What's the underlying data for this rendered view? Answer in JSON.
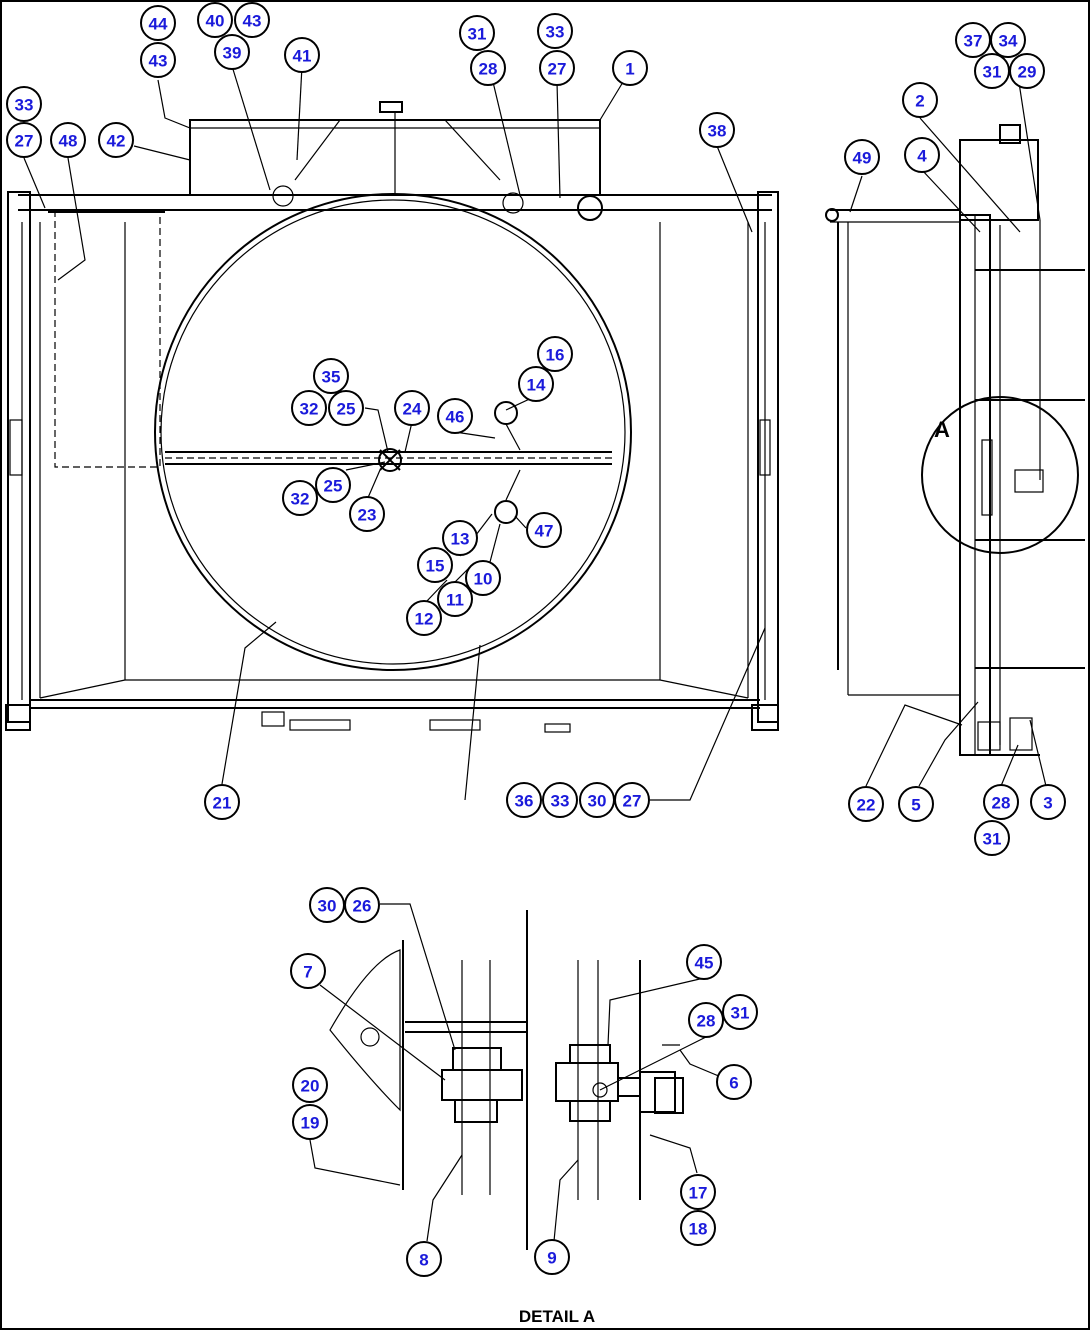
{
  "callouts": [
    "44",
    "43",
    "40",
    "43",
    "39",
    "41",
    "31",
    "28",
    "33",
    "27",
    "1",
    "33",
    "27",
    "48",
    "42",
    "38",
    "37",
    "34",
    "31",
    "29",
    "2",
    "4",
    "49",
    "16",
    "14",
    "35",
    "32",
    "25",
    "24",
    "46",
    "25",
    "32",
    "23",
    "13",
    "47",
    "15",
    "10",
    "11",
    "12",
    "21",
    "36",
    "33",
    "30",
    "27",
    "22",
    "5",
    "28",
    "31",
    "3",
    "30",
    "26",
    "45",
    "7",
    "28",
    "31",
    "6",
    "20",
    "19",
    "17",
    "18",
    "8",
    "9"
  ],
  "view_letter": "A",
  "caption": "DETAIL A"
}
